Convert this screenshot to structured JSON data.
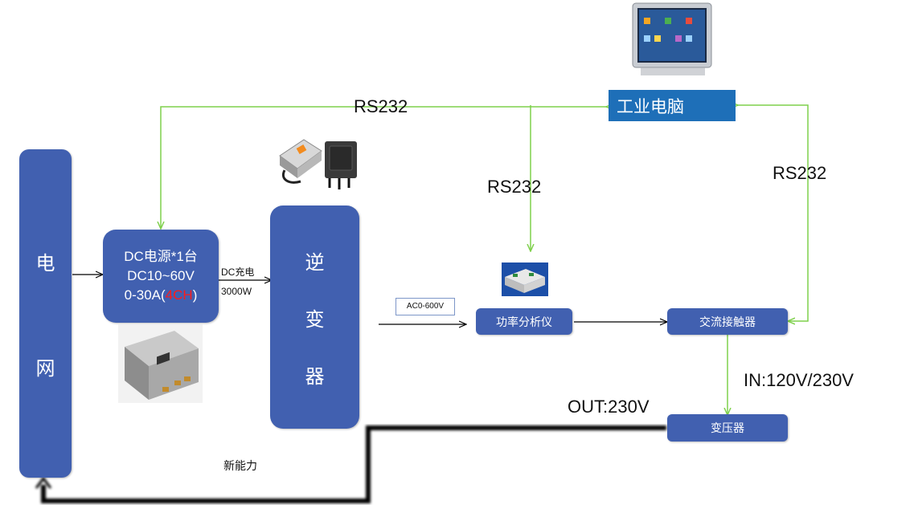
{
  "grid_box": {
    "chars": [
      "电",
      "网"
    ]
  },
  "dc_source": {
    "line1": "DC电源*1台",
    "line2": "DC10~60V",
    "line3_prefix": "0-30A(",
    "line3_highlight": "4CH",
    "line3_suffix": ")",
    "highlight_color": "#ff1a1a"
  },
  "dc_charge": {
    "label": "DC充电",
    "power": "3000W"
  },
  "inverter": {
    "chars": [
      "逆",
      "变",
      "器"
    ]
  },
  "ac_range": "AC0-600V",
  "power_analyzer": "功率分析仪",
  "ac_contactor": "交流接触器",
  "transformer": "变压器",
  "ipc": "工业电脑",
  "rs232_top": "RS232",
  "rs232_mid": "RS232",
  "rs232_right": "RS232",
  "in_voltage": "IN:120V/230V",
  "out_voltage": "OUT:230V",
  "new_energy": "新能力",
  "colors": {
    "box": "#4160b0",
    "signal_line": "#7fd04c",
    "ipc_bg": "#1e6fb8"
  }
}
